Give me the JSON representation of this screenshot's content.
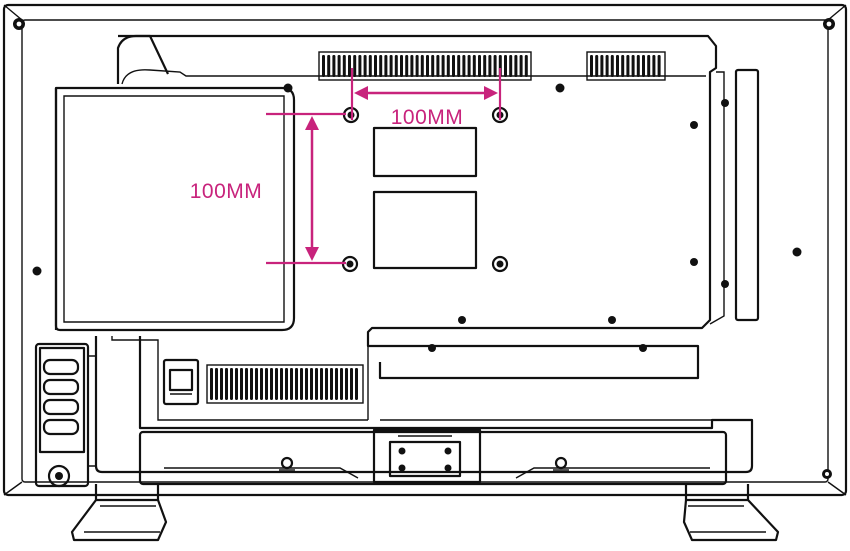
{
  "diagram": {
    "kind": "tv-rear-view-vesa-mount",
    "dimension_labels": {
      "horizontal": "100MM",
      "vertical": "100MM"
    },
    "annotation_color": "#c8237c",
    "line_color": "#111111",
    "icons": [
      "vesa-screw-hole",
      "power-button",
      "side-io-ports",
      "stand-feet"
    ]
  }
}
